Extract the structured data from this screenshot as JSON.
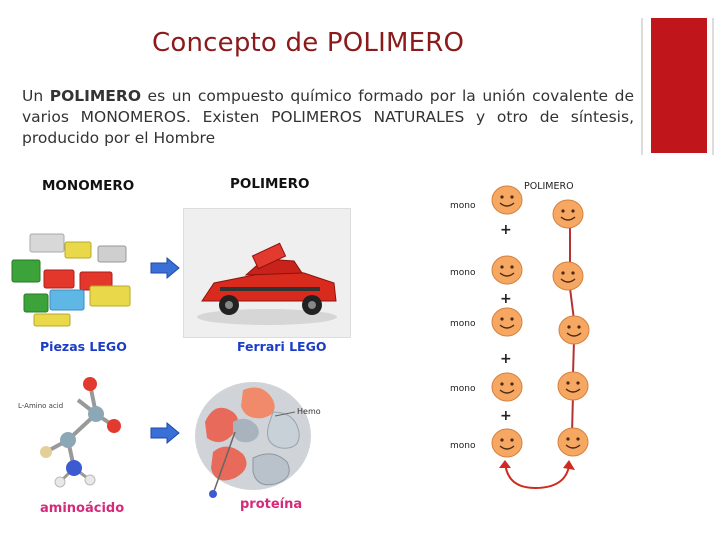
{
  "slide": {
    "title": "Concepto de POLIMERO",
    "intro": {
      "part1": "Un ",
      "bold1": "POLIMERO",
      "part2": " es un compuesto químico formado por la unión covalente de varios MONOMEROS. Existen POLIMEROS NATURALES y otro de síntesis, producido por el Hombre"
    },
    "labels": {
      "monomero": "MONOMERO",
      "polimero": "POLIMERO",
      "piezas_lego": "Piezas LEGO",
      "ferrari_lego": "Ferrari LEGO",
      "aminoacido": "aminoácido",
      "proteina": "proteína"
    },
    "image_text": {
      "amino_acid": "L-Amino acid",
      "hemo": "Hemo"
    },
    "diagram": {
      "polimero_label": "POLIMERO",
      "mono_label": "mono",
      "plus": "+"
    },
    "colors": {
      "title": "#8b1a1a",
      "accent_bar": "#c0151b",
      "blue_label": "#1a3cc7",
      "pink_label": "#d42a7a",
      "arrow": "#3b6fd8",
      "face": "#f6a863",
      "chain": "#b33333"
    }
  }
}
